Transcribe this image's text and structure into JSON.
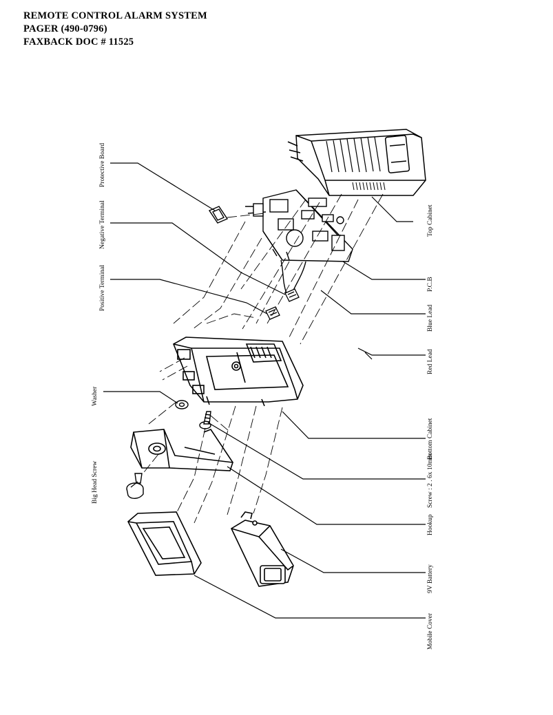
{
  "header": {
    "line1": "REMOTE CONTROL ALARM SYSTEM",
    "line2": "PAGER  (490-0796)",
    "line3": "FAXBACK DOC # 11525"
  },
  "parts": {
    "protective_board": "Protective Board",
    "negative_terminal": "Negative Terminal",
    "positive_terminal": "Positive Terminal",
    "washer": "Washer",
    "big_head_screw": "Big Head Screw",
    "screw": "Screw : 2 . 6x 10mm",
    "hookup": "Hookup",
    "mobile_cover": "Mobile Cover",
    "battery": "9V Battery",
    "bottom_cabinet": "Bottom Cabinet",
    "red_lead": "Red Lead",
    "blue_lead": "Blue Lead",
    "pcb": "P.C.B",
    "top_cabinet": "Top Cabinet"
  }
}
